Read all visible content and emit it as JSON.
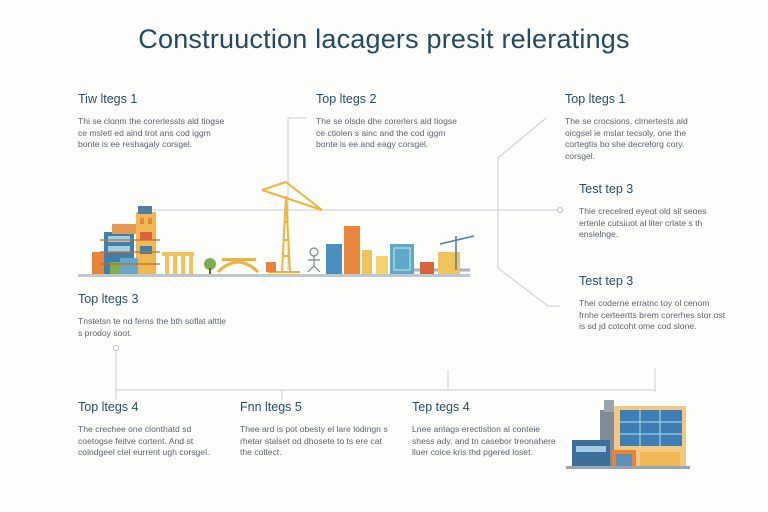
{
  "title": "Construuction lacagers presit releratings",
  "blocks": [
    {
      "id": "b1",
      "heading": "Tiw ltegs 1",
      "text": "Thi se clonm the corerlessts ald tiogse ce msletl ed aind trot ans cod iggm bonte is ee reshagaly corsgel."
    },
    {
      "id": "b2",
      "heading": "Top ltegs 2",
      "text": "The se olsde dhe corerlers ald tiogse ce ctiolen s ainc and the cod iggm bonte is ee and eagy corsgel."
    },
    {
      "id": "b3",
      "heading": "Top ltegs 1",
      "text": "The se crocsions. clmertests ald oicgsel ie mslar tecsoly, one the cortegtis bo she decrelorg cory. corsgel."
    },
    {
      "id": "b4",
      "heading": "Test tep 3",
      "text": "Thie crecelred eyeot old sil seoes ertenle cutsiuot al liter crlate s th enslelnge."
    },
    {
      "id": "b5",
      "heading": "Test tep 3",
      "text": "Thei coderne erratnc toy ol cenom frnhe certeertts brem corerhes stor ost is sd jd cotcoht ome cod slone."
    },
    {
      "id": "b6",
      "heading": "Top ltegs 3",
      "text": "Tnstetsn te nd ferns the bth soflat alttle s prodoy soot."
    },
    {
      "id": "b7",
      "heading": "Top ltegs 4",
      "text": "The crechee one clonthatd sd coetogse feitve cortent. And st colndgeel ctel eurrent ugh corsgel."
    },
    {
      "id": "b8",
      "heading": "Fnn ltegs 5",
      "text": "Thee ard is pot obesty el lare lodingn s rhetar stalset od dhosete to ts ere cat the coltect."
    },
    {
      "id": "b9",
      "heading": "Tep tegs 4",
      "text": "Lnee antags erectistion al conteie shess ady, and tn casebor treonahere lluer coice kris thd pgered loset."
    }
  ]
}
